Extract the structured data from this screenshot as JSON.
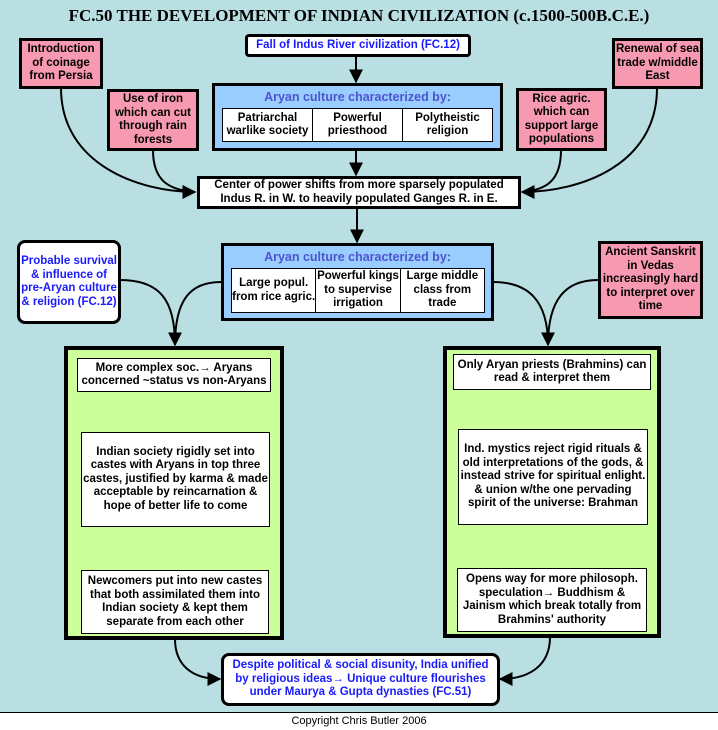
{
  "title": "FC.50 THE DEVELOPMENT OF INDIAN CIVILIZATION (c.1500-500B.C.E.)",
  "top": {
    "fall": "Fall of Indus River civilization  (FC.12)",
    "coinage": "Introduction of coinage from Persia",
    "iron": "Use of iron which can cut through rain forests",
    "rice": "Rice agric. which can support large populations",
    "renewal": "Renewal of sea trade w/middle East"
  },
  "aryan1": {
    "heading": "Aryan culture characterized by:",
    "cells": [
      "Patriarchal warlike society",
      "Powerful priesthood",
      "Polytheistic religion"
    ]
  },
  "center": "Center of power shifts from more sparsely populated Indus R. in W. to heavily populated Ganges R. in E.",
  "aryan2": {
    "heading": "Aryan culture characterized by:",
    "cells": [
      "Large popul. from rice agric.",
      "Powerful kings to supervise irrigation",
      "Large middle class from trade"
    ]
  },
  "probable": "Probable survival & influence of pre-Aryan culture & religion (FC.12)",
  "sanskrit": "Ancient Sanskrit in Vedas increasingly hard to interpret over time",
  "left_column": [
    "More complex soc.→ Aryans concerned ~status vs non-Aryans",
    "Indian society rigidly set into castes with Aryans in top three castes, justified by karma & made acceptable by reincarnation & hope of better life to come",
    "Newcomers put into new castes that both assimilated them into Indian society & kept them separate from each other"
  ],
  "right_column": [
    "Only Aryan priests (Brahmins) can read & interpret them",
    "Ind. mystics reject rigid rituals & old interpretations of the gods, & instead strive for spiritual enlight. & union w/the one pervading spirit of the universe: Brahman",
    "Opens way for more philosoph. speculation→ Buddhism & Jainism which break totally from Brahmins' authority"
  ],
  "conclusion": "Despite political & social disunity, India unified by religious ideas→ Unique culture flourishes under Maurya & Gupta dynasties (FC.51)",
  "footer": "Copyright Chris Butler 2006",
  "colors": {
    "background": "#b9dfe2",
    "pink": "#f799b1",
    "aryan_blue": "#99ccff",
    "green": "#ccff99",
    "link_blue": "#1a1aff"
  }
}
